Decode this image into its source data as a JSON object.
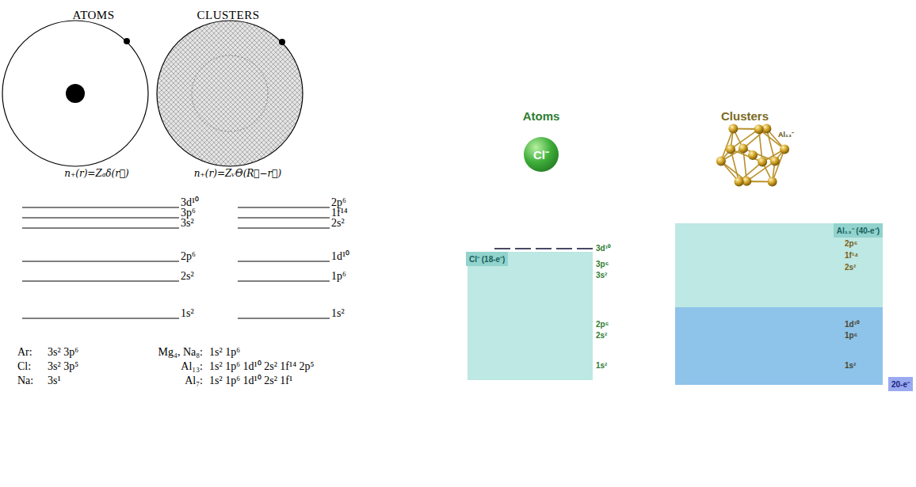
{
  "diagram": {
    "nodes": [
      {
        "text": [
          "Cl⁻"
        ]
      },
      {
        "text": [
          "Cl⁻ (18-e⁻)"
        ]
      },
      {
        "text": [
          "Al₁₃⁻ (40-e⁻)"
        ]
      },
      {
        "text": [
          "20-e⁻"
        ],
        "in": 2
      }
    ],
    "labels": [
      "ATOMS",
      "CLUSTERS",
      "n₊(r)=Zₐδ(r⃗)",
      "n₊(r)=ZᵥΘ(R⃗−r⃗)",
      "3d¹⁰",
      "3p⁶",
      "3s²",
      "2p⁶",
      "2s²",
      "1s²",
      "2p⁶",
      "1f¹⁴",
      "2s²",
      "1d¹⁰",
      "1p⁶",
      "1s²",
      "Ar:",
      "3s² 3p⁶",
      "Mg₄, Na₈:",
      "1s² 1p⁶",
      "Cl:",
      "3s² 3p⁵",
      "Al₁₃:",
      "1s² 1p⁶ 1d¹⁰ 2s² 1f¹⁴ 2p⁵",
      "Na:",
      "3s¹",
      "Al₇:",
      "1s² 1p⁶ 1d¹⁰ 2s² 1f¹",
      "Atoms",
      "Clusters",
      "Al₁₃⁻",
      "3d¹⁰",
      "3p⁶",
      "3s²",
      "2p⁶",
      "2s²",
      "1s²",
      "2p⁶",
      "1f¹⁴",
      "2s²",
      "1d¹⁰",
      "1p⁶",
      "1s²"
    ]
  }
}
